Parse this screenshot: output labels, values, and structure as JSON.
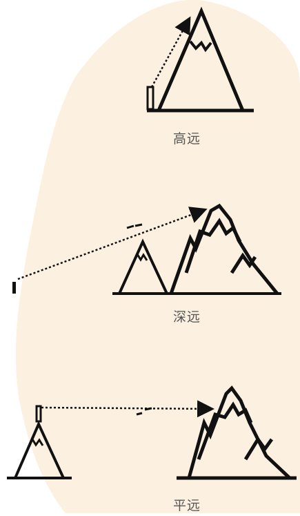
{
  "colors": {
    "background_blob": "#fcf1e1",
    "ink": "#111111",
    "caption": "#555555"
  },
  "diagrams": [
    {
      "label": "高远"
    },
    {
      "label": "深远"
    },
    {
      "label": "平远"
    }
  ]
}
